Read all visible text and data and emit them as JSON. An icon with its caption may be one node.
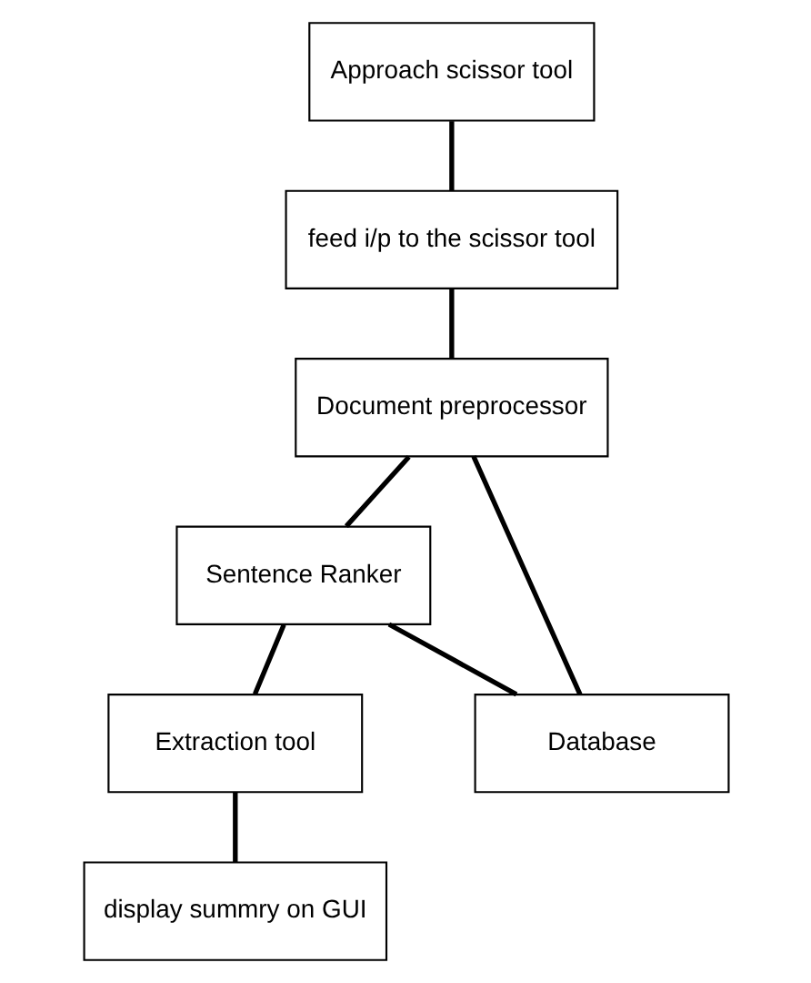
{
  "diagram": {
    "nodes": [
      {
        "text": [
          "Approach scissor tool"
        ]
      },
      {
        "text": [
          "feed i/p to the scissor tool"
        ]
      },
      {
        "text": [
          "Document preprocessor"
        ]
      },
      {
        "text": [
          "Sentence Ranker"
        ]
      },
      {
        "text": [
          "Extraction tool"
        ]
      },
      {
        "text": [
          "display summry on GUI"
        ]
      },
      {
        "text": [
          "Database"
        ]
      }
    ],
    "edges": [
      {
        "from": 0,
        "to": 1,
        "arrow": "none"
      },
      {
        "from": 1,
        "to": 2,
        "arrow": "none"
      },
      {
        "from": 2,
        "to": 3,
        "arrow": "none"
      },
      {
        "from": 3,
        "to": 4,
        "arrow": "none"
      },
      {
        "from": 4,
        "to": 5,
        "arrow": "none"
      },
      {
        "from": 2,
        "to": 6,
        "arrow": "none"
      },
      {
        "from": 3,
        "to": 6,
        "arrow": "none"
      }
    ]
  }
}
